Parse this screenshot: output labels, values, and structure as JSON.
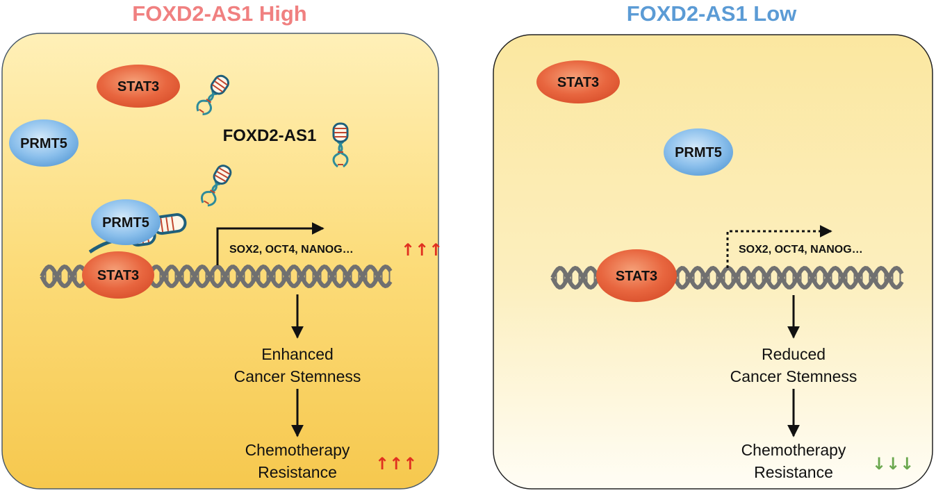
{
  "colors": {
    "high_title": "#F08080",
    "low_title": "#5B9BD5",
    "stat3": "#E8663F",
    "prmt5": "#7DB6E6",
    "up_arrow": "#E03020",
    "down_arrow": "#6BA84F",
    "dna": "#707070"
  },
  "left_panel": {
    "title": "FOXD2-AS1 High",
    "stat3_free": "STAT3",
    "prmt5_free": "PRMT5",
    "lncrna_label": "FOXD2-AS1",
    "prmt5_bound": "PRMT5",
    "stat3_bound": "STAT3",
    "genes": "SOX2, OCT4, NANOG…",
    "genes_trend": "↑↑↑",
    "outcome1_line1": "Enhanced",
    "outcome1_line2": "Cancer Stemness",
    "outcome2_line1": "Chemotherapy",
    "outcome2_line2": "Resistance",
    "outcome2_trend": "↑↑↑",
    "transcription": "active"
  },
  "right_panel": {
    "title": "FOXD2-AS1 Low",
    "stat3_free": "STAT3",
    "prmt5_free": "PRMT5",
    "stat3_bound": "STAT3",
    "genes": "SOX2, OCT4, NANOG…",
    "outcome1_line1": "Reduced",
    "outcome1_line2": "Cancer Stemness",
    "outcome2_line1": "Chemotherapy",
    "outcome2_line2": "Resistance",
    "outcome2_trend": "↓↓↓",
    "transcription": "reduced"
  }
}
